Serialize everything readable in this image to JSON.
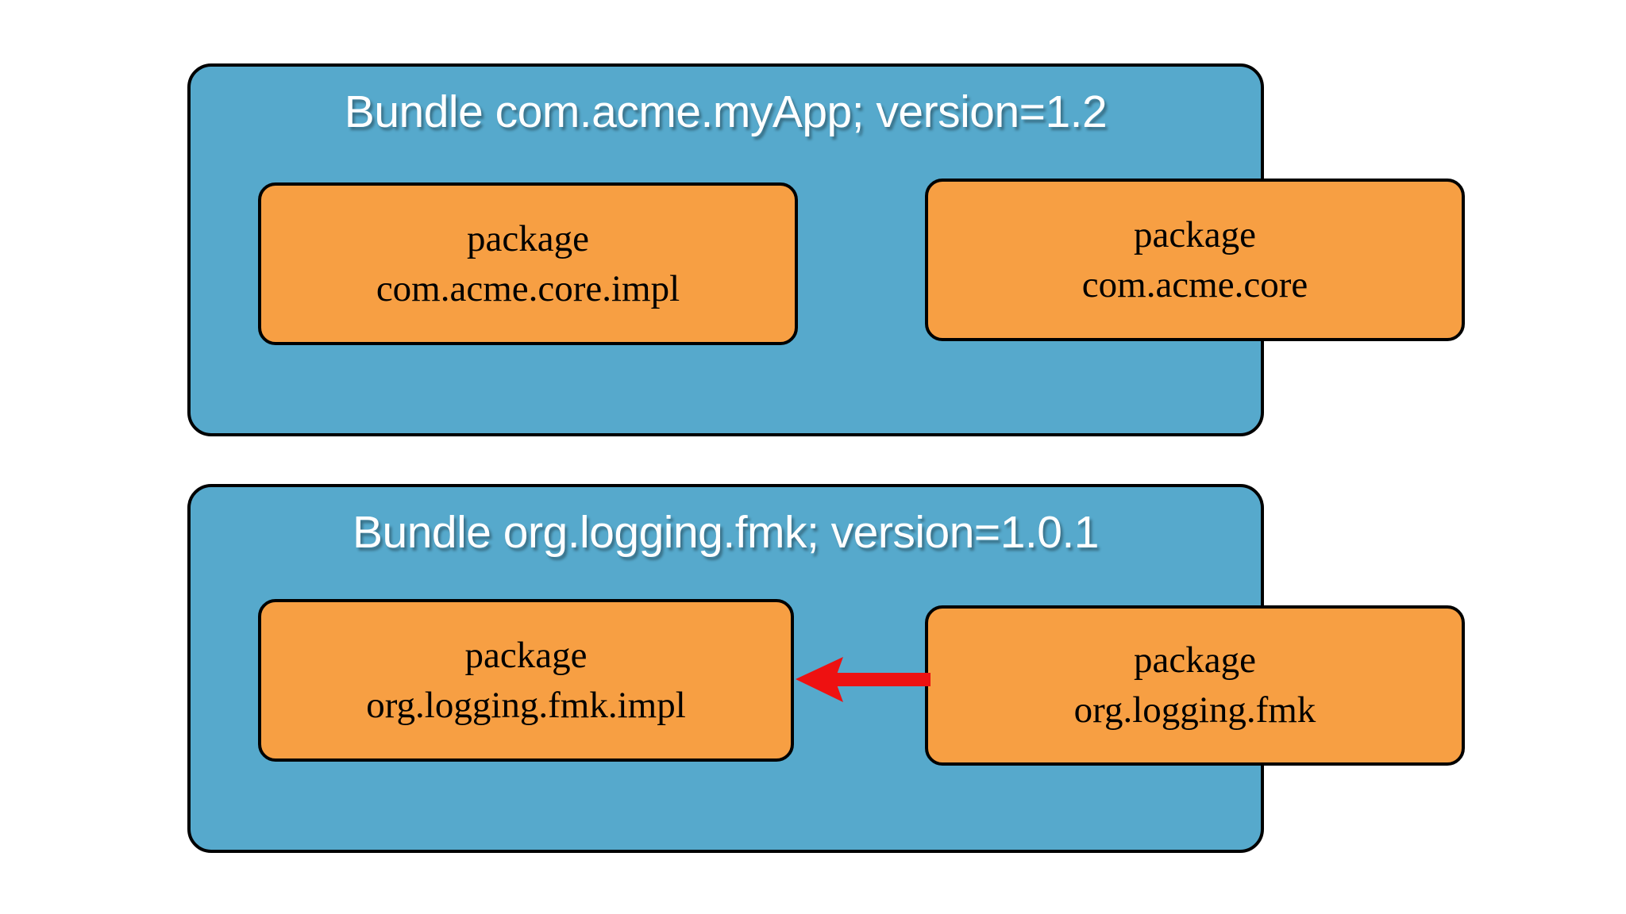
{
  "diagram": {
    "title": "OSGi bundle package export diagram",
    "colors": {
      "bundle_fill": "#56a9cc",
      "package_fill": "#f79f43",
      "border": "#000000",
      "arrow": "#ee1111",
      "title_text": "#ffffff",
      "package_text": "#000000",
      "background": "#ffffff"
    }
  },
  "bundles": [
    {
      "id": "bundle-myapp",
      "title": "Bundle com.acme.myApp; version=1.2",
      "symbolic_name": "com.acme.myApp",
      "version": "1.2",
      "packages": [
        {
          "id": "pkg-acme-core-impl",
          "line1": "package",
          "line2": "com.acme.core.impl"
        },
        {
          "id": "pkg-acme-core",
          "line1": "package",
          "line2": "com.acme.core"
        }
      ]
    },
    {
      "id": "bundle-logging",
      "title": "Bundle org.logging.fmk; version=1.0.1",
      "symbolic_name": "org.logging.fmk",
      "version": "1.0.1",
      "packages": [
        {
          "id": "pkg-logging-fmk-impl",
          "line1": "package",
          "line2": "org.logging.fmk.impl"
        },
        {
          "id": "pkg-logging-fmk",
          "line1": "package",
          "line2": "org.logging.fmk"
        }
      ]
    }
  ],
  "arrows": [
    {
      "id": "arrow-fmk-to-fmk-impl",
      "from": "pkg-logging-fmk",
      "to": "pkg-logging-fmk-impl",
      "direction": "left",
      "color": "#ee1111",
      "label": ""
    }
  ]
}
